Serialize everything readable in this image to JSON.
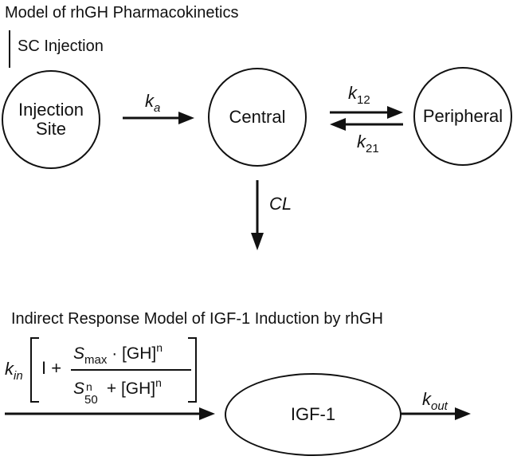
{
  "pk_model": {
    "title": "Model of rhGH Pharmacokinetics",
    "route_label": "SC Injection",
    "injection_site_line1": "Injection",
    "injection_site_line2": "Site",
    "central": "Central",
    "peripheral": "Peripheral",
    "ka_symbol": "k",
    "ka_sub": "a",
    "k12_symbol": "k",
    "k12_sub": "12",
    "k21_symbol": "k",
    "k21_sub": "21",
    "cl": "CL"
  },
  "pd_model": {
    "title": "Indirect Response Model of IGF-1 Induction by rhGH",
    "kin_symbol": "k",
    "kin_sub": "in",
    "eq_one": "I +",
    "smax_symbol": "S",
    "smax_sub": "max",
    "dot": "·",
    "gh": "[GH]",
    "exp_n": "n",
    "s50_symbol": "S",
    "s50_sub": "50",
    "plus": "+",
    "node": "IGF-1",
    "kout_symbol": "k",
    "kout_sub": "out"
  },
  "colors": {
    "ink": "#111111",
    "background": "#ffffff"
  }
}
